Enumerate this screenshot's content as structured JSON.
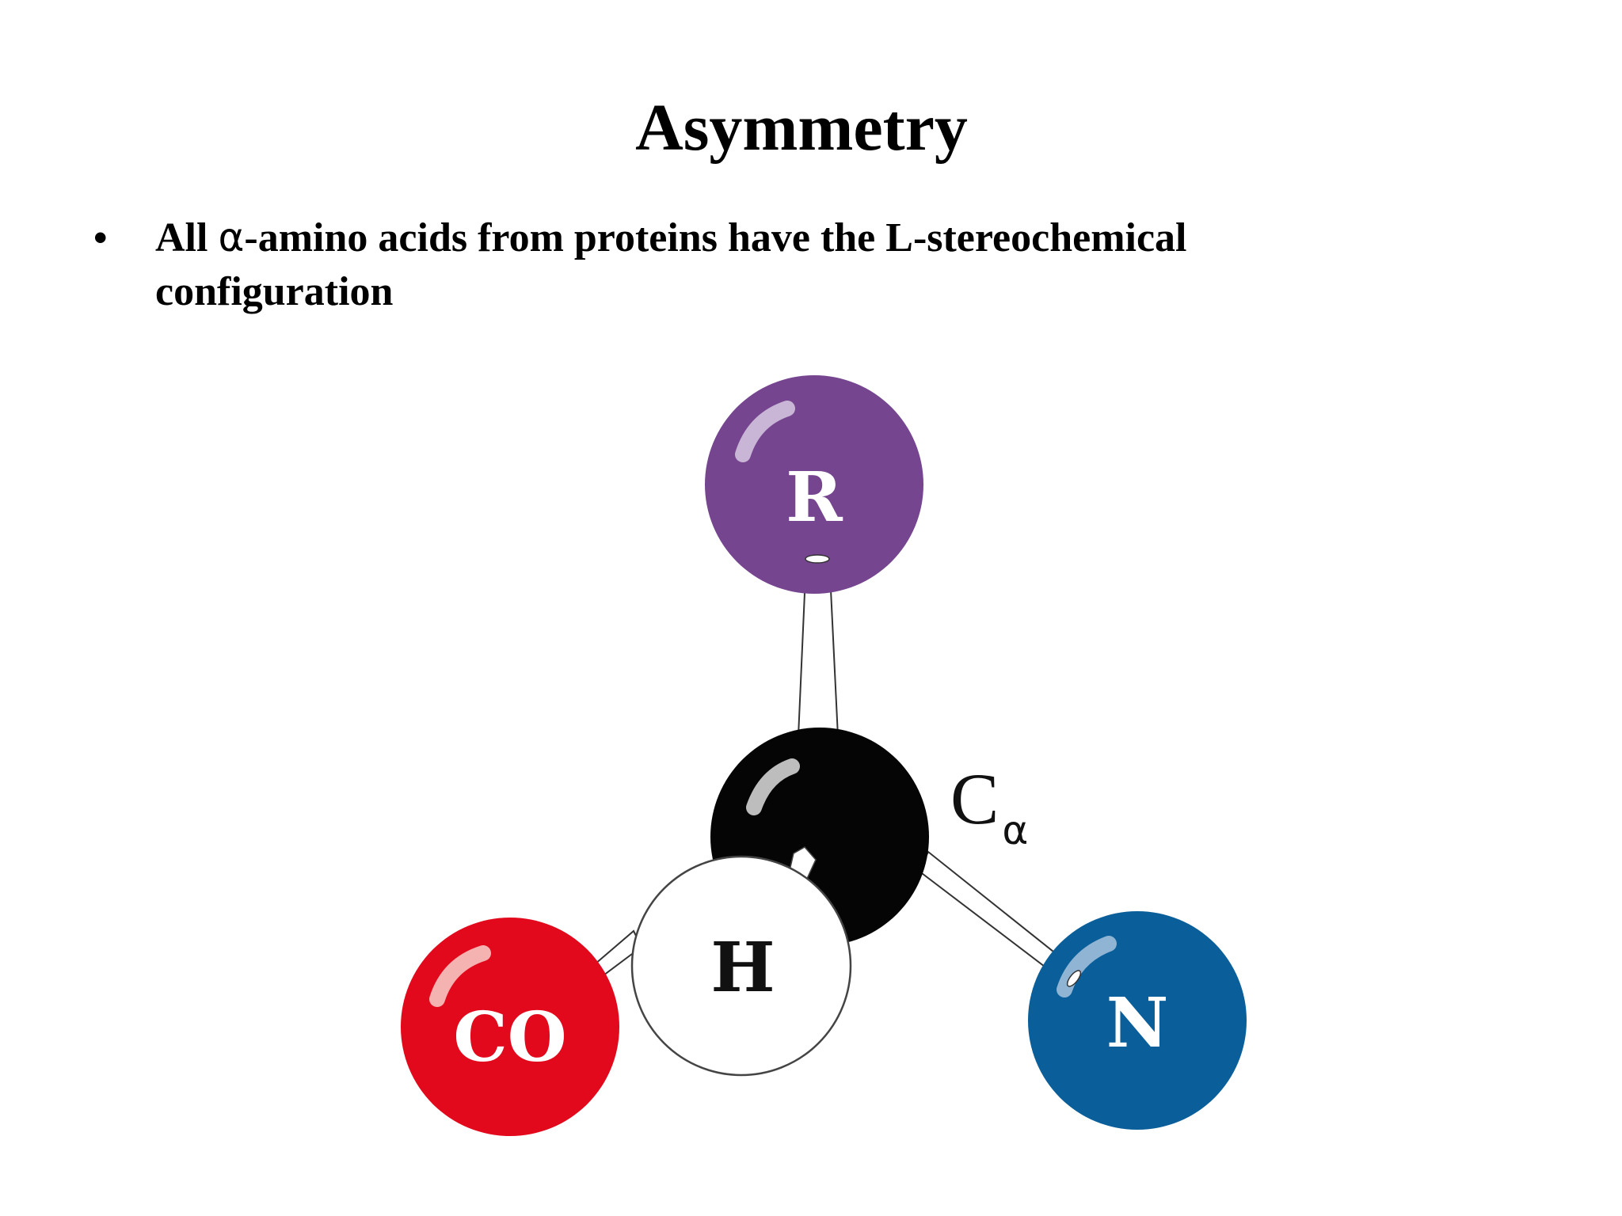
{
  "slide": {
    "title": "Asymmetry",
    "bullet": {
      "marker": "•",
      "text_before": "All ",
      "greek": "α",
      "text_after": "-amino acids from proteins have the L-stereochemical configuration"
    }
  },
  "diagram": {
    "atoms": {
      "r": {
        "label": "R",
        "color": "#76458f"
      },
      "calpha": {
        "color": "#050505"
      },
      "h": {
        "label": "H",
        "color": "#ffffff"
      },
      "co": {
        "label": "CO",
        "color": "#e3091c"
      },
      "n": {
        "label": "N",
        "color": "#0a5f9a"
      }
    },
    "calpha_label": {
      "main": "C",
      "sub": "α"
    }
  }
}
